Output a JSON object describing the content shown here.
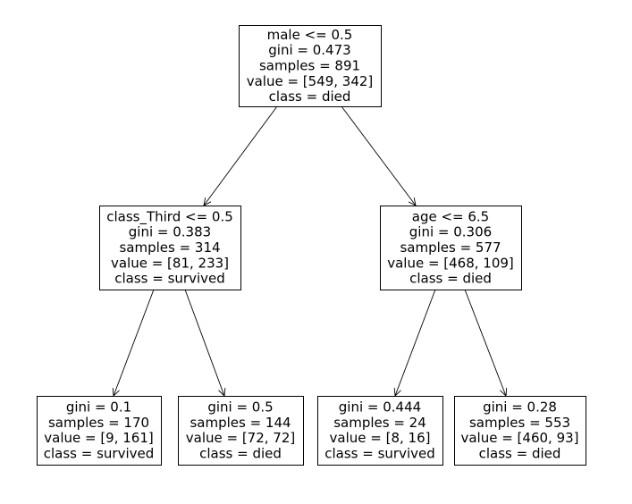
{
  "tree": {
    "nodes": [
      {
        "id": "root",
        "lines": [
          "male <= 0.5",
          "gini = 0.473",
          "samples = 891",
          "value = [549, 342]",
          "class = died"
        ]
      },
      {
        "id": "left",
        "lines": [
          "class_Third <= 0.5",
          "gini = 0.383",
          "samples = 314",
          "value = [81, 233]",
          "class = survived"
        ]
      },
      {
        "id": "right",
        "lines": [
          "age <= 6.5",
          "gini = 0.306",
          "samples = 577",
          "value = [468, 109]",
          "class = died"
        ]
      },
      {
        "id": "leaf-ll",
        "lines": [
          "gini = 0.1",
          "samples = 170",
          "value = [9, 161]",
          "class = survived"
        ]
      },
      {
        "id": "leaf-lr",
        "lines": [
          "gini = 0.5",
          "samples = 144",
          "value = [72, 72]",
          "class = died"
        ]
      },
      {
        "id": "leaf-rl",
        "lines": [
          "gini = 0.444",
          "samples = 24",
          "value = [8, 16]",
          "class = survived"
        ]
      },
      {
        "id": "leaf-rr",
        "lines": [
          "gini = 0.28",
          "samples = 553",
          "value = [460, 93]",
          "class = died"
        ]
      }
    ],
    "edges": [
      {
        "from": "root",
        "to": "left"
      },
      {
        "from": "root",
        "to": "right"
      },
      {
        "from": "left",
        "to": "leaf-ll"
      },
      {
        "from": "left",
        "to": "leaf-lr"
      },
      {
        "from": "right",
        "to": "leaf-rl"
      },
      {
        "from": "right",
        "to": "leaf-rr"
      }
    ]
  }
}
